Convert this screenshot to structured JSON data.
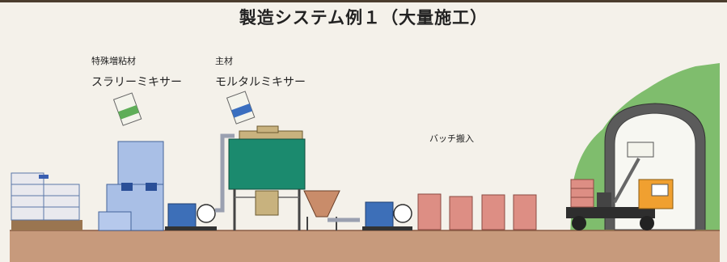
{
  "title": "製造システム例１（大量施工）",
  "labels": {
    "slurry_material": "特殊増粘材",
    "slurry_mixer": "スラリーミキサー",
    "mortar_material": "主材",
    "mortar_mixer": "モルタルミキサー",
    "batch_transport": "バッチ搬入"
  },
  "colors": {
    "background": "#f4f1ea",
    "ground": "#c79a7c",
    "silo_blue": "#a9bfe6",
    "plant_green": "#1b8a6e",
    "bag_color": "#e9e9ee",
    "hopper": "#c98c6a",
    "batch_box": "#dd8e84",
    "hill_green": "#7fbd6d",
    "truck_orange": "#f0a030"
  }
}
